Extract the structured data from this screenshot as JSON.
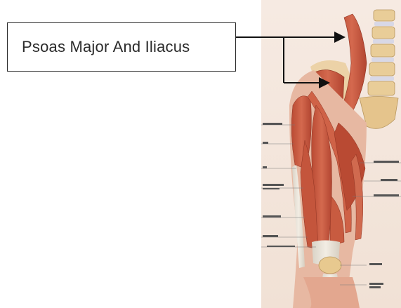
{
  "callout": {
    "label": "Psoas Major And Iliacus",
    "border_color": "#2a2a2a",
    "text_color": "#2b2b2b"
  },
  "illustration": {
    "subject": "anterior thigh and hip musculature anatomical drawing",
    "muscle_color": "#c9593f",
    "tendon_color": "#e9e2d6",
    "bone_color": "#e8c98f"
  },
  "arrows": {
    "color": "#111111",
    "count": 2
  }
}
